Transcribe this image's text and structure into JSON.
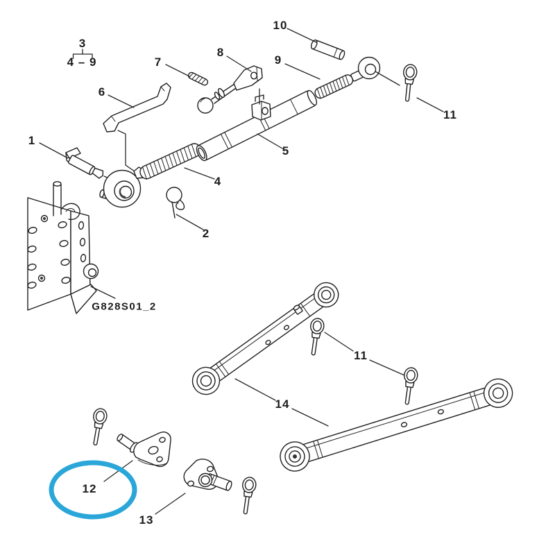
{
  "diagram": {
    "reference_code": "G828S01_2",
    "assembly_group": {
      "label": "3",
      "member_range": "4 – 9"
    },
    "callouts": {
      "n1": "1",
      "n2": "2",
      "n4": "4",
      "n5": "5",
      "n6": "6",
      "n7": "7",
      "n8": "8",
      "n9": "9",
      "n10": "10",
      "n11": "11",
      "n12": "12",
      "n13": "13",
      "n14": "14"
    },
    "highlight": {
      "color": "#2AA6D9",
      "encircled_callout": "12",
      "shape": "ellipse"
    },
    "line_color": "#1F1F1F",
    "background_color": "#FFFFFF"
  }
}
